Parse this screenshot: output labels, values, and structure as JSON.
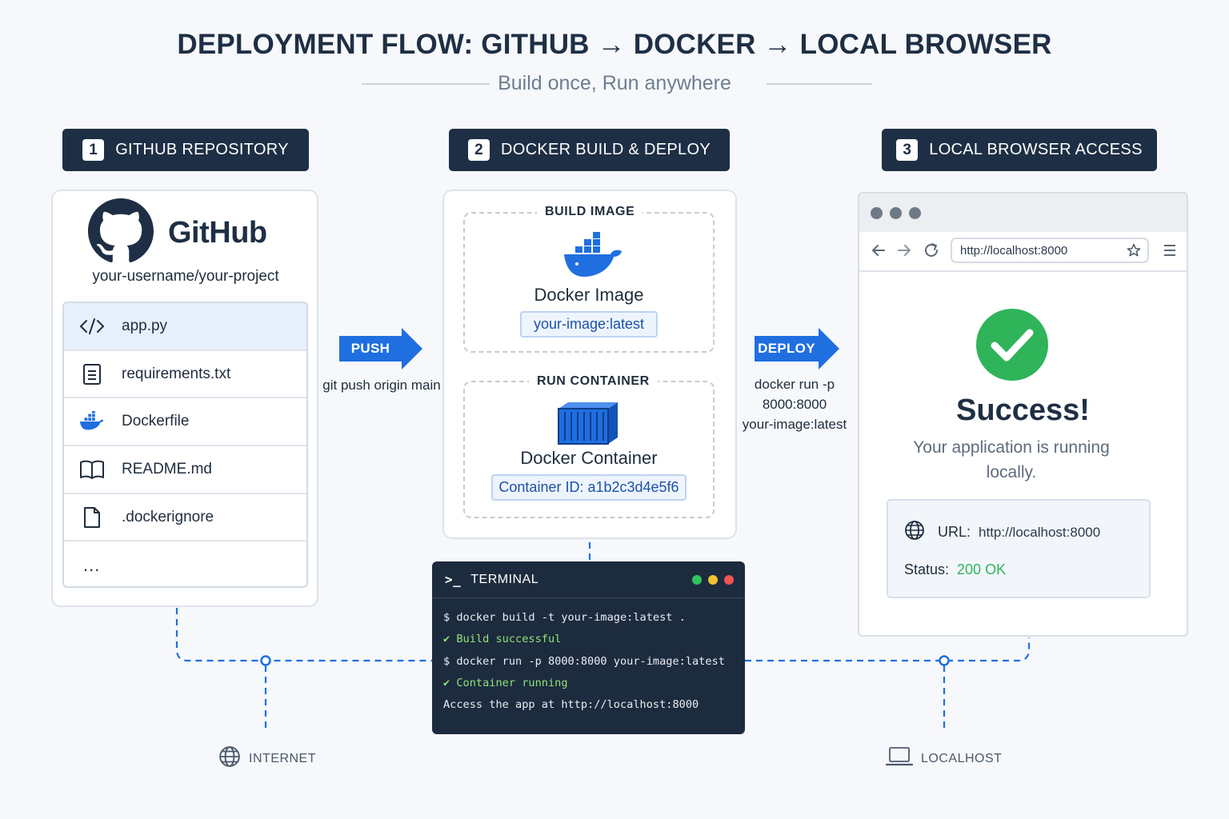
{
  "title": "DEPLOYMENT FLOW:  GITHUB → DOCKER → LOCAL BROWSER",
  "subtitle": "Build once, Run anywhere",
  "colors": {
    "navy": "#1e2f45",
    "accent_blue": "#1f6fe0",
    "success_green": "#2fb45a",
    "terminal_bg": "#1d2b3e"
  },
  "steps": [
    {
      "number": "1",
      "label": "GITHUB REPOSITORY"
    },
    {
      "number": "2",
      "label": "DOCKER BUILD & DEPLOY"
    },
    {
      "number": "3",
      "label": "LOCAL BROWSER ACCESS"
    }
  ],
  "github": {
    "brand": "GitHub",
    "repo": "your-username/your-project",
    "files": [
      {
        "name": "app.py",
        "icon": "code-icon"
      },
      {
        "name": "requirements.txt",
        "icon": "document-icon"
      },
      {
        "name": "Dockerfile",
        "icon": "docker-whale-icon"
      },
      {
        "name": "README.md",
        "icon": "book-icon"
      },
      {
        "name": ".dockerignore",
        "icon": "file-icon"
      }
    ],
    "more": "..."
  },
  "push": {
    "label": "PUSH",
    "caption": "git push origin main"
  },
  "docker": {
    "build_label": "BUILD IMAGE",
    "image_name": "Docker Image",
    "image_tag": "your-image:latest",
    "run_label": "RUN CONTAINER",
    "container_name": "Docker Container",
    "container_id": "Container ID: a1b2c3d4e5f6"
  },
  "deploy": {
    "label": "DEPLOY",
    "caption": [
      "docker run -p",
      "8000:8000",
      "your-image:latest"
    ]
  },
  "terminal": {
    "title": "TERMINAL",
    "lines": [
      {
        "text": "$ docker build -t your-image:latest .",
        "status": "command"
      },
      {
        "text": "✔ Build successful",
        "status": "ok"
      },
      {
        "text": "$ docker run -p 8000:8000 your-image:latest",
        "status": "command"
      },
      {
        "text": "✔ Container running",
        "status": "ok"
      },
      {
        "text": "Access the app at http://localhost:8000",
        "status": "info"
      }
    ]
  },
  "browser": {
    "url": "http://localhost:8000",
    "success_title": "Success!",
    "success_message": [
      "Your application is running",
      "locally."
    ],
    "info": {
      "url_label": "URL:",
      "url_value": "http://localhost:8000",
      "status_label": "Status:",
      "status_value": "200 OK"
    }
  },
  "bottom": {
    "left": "INTERNET",
    "right": "LOCALHOST"
  }
}
